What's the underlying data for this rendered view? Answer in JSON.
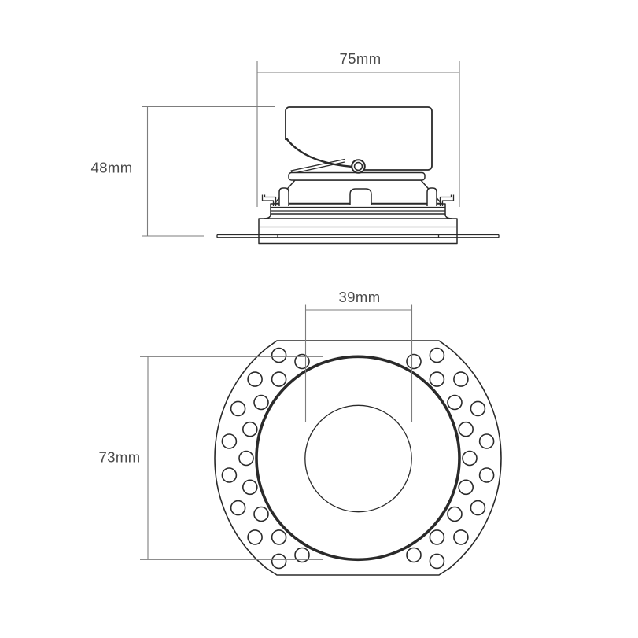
{
  "drawing": {
    "side_view": {
      "width_label": "75mm",
      "height_label": "48mm"
    },
    "plan_view": {
      "inner_diameter_label": "39mm",
      "cutout_diameter_label": "73mm"
    }
  },
  "colors": {
    "line": "#2a2a2a",
    "dim": "#7d7d7d",
    "text": "#4a4a4a",
    "bg": "#ffffff"
  }
}
